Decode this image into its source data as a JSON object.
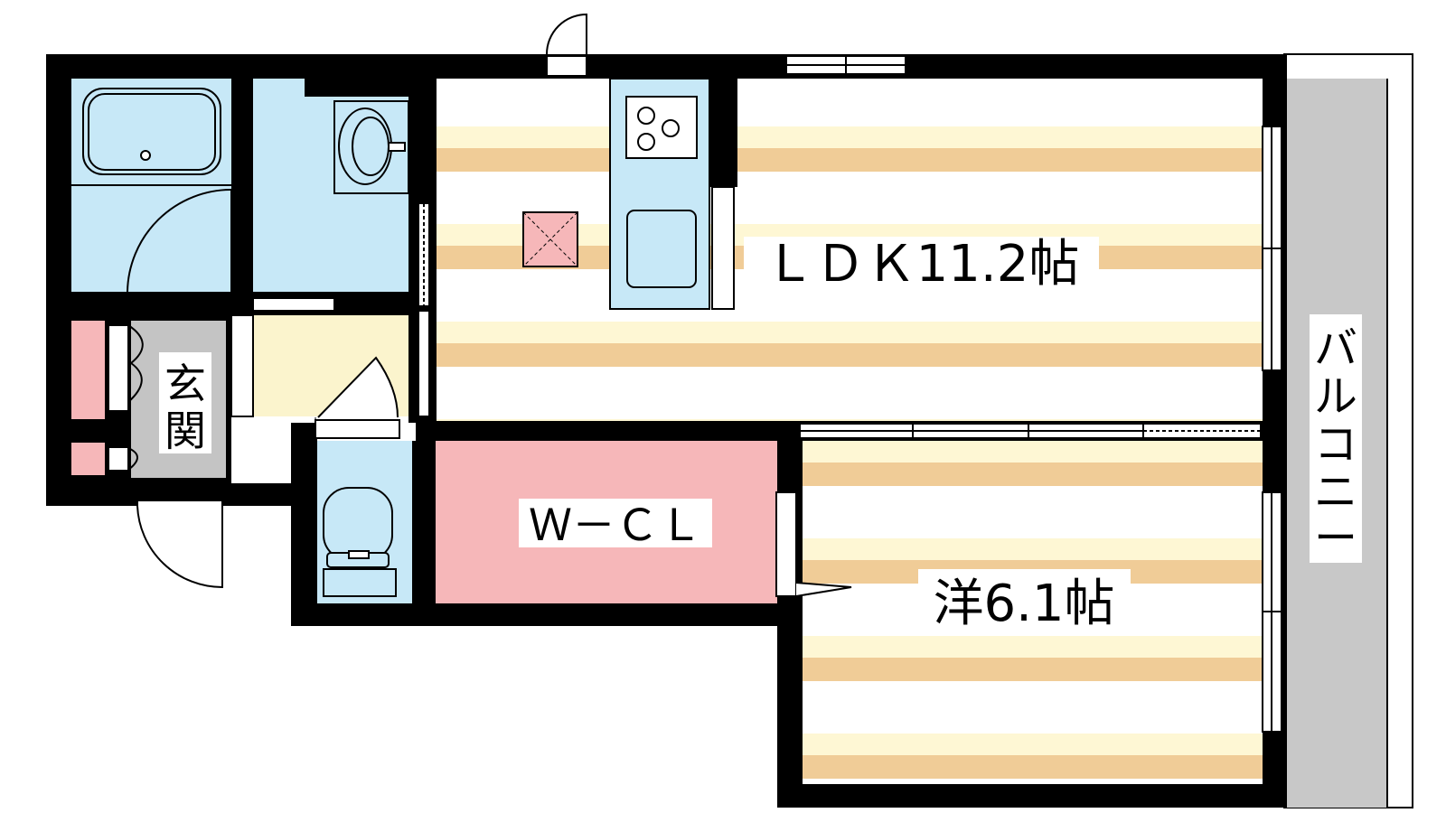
{
  "rooms": {
    "ldk": "ＬＤＫ11.2帖",
    "western": "洋6.1帖",
    "wcl": "Ｗ－ＣＬ",
    "entrance_1": "玄",
    "entrance_2": "関",
    "balcony": [
      "バ",
      "ル",
      "コ",
      "ニ",
      "ー"
    ]
  },
  "colors": {
    "wall": "#000000",
    "wet_area": "#c7e8f7",
    "floor_light": "#fef7d4",
    "floor_dark": "#f0cc97",
    "closet": "#f6b7b9",
    "entrance": "#c4c4c4",
    "hall": "#fbf4cd",
    "balcony": "#c8c8c8"
  }
}
